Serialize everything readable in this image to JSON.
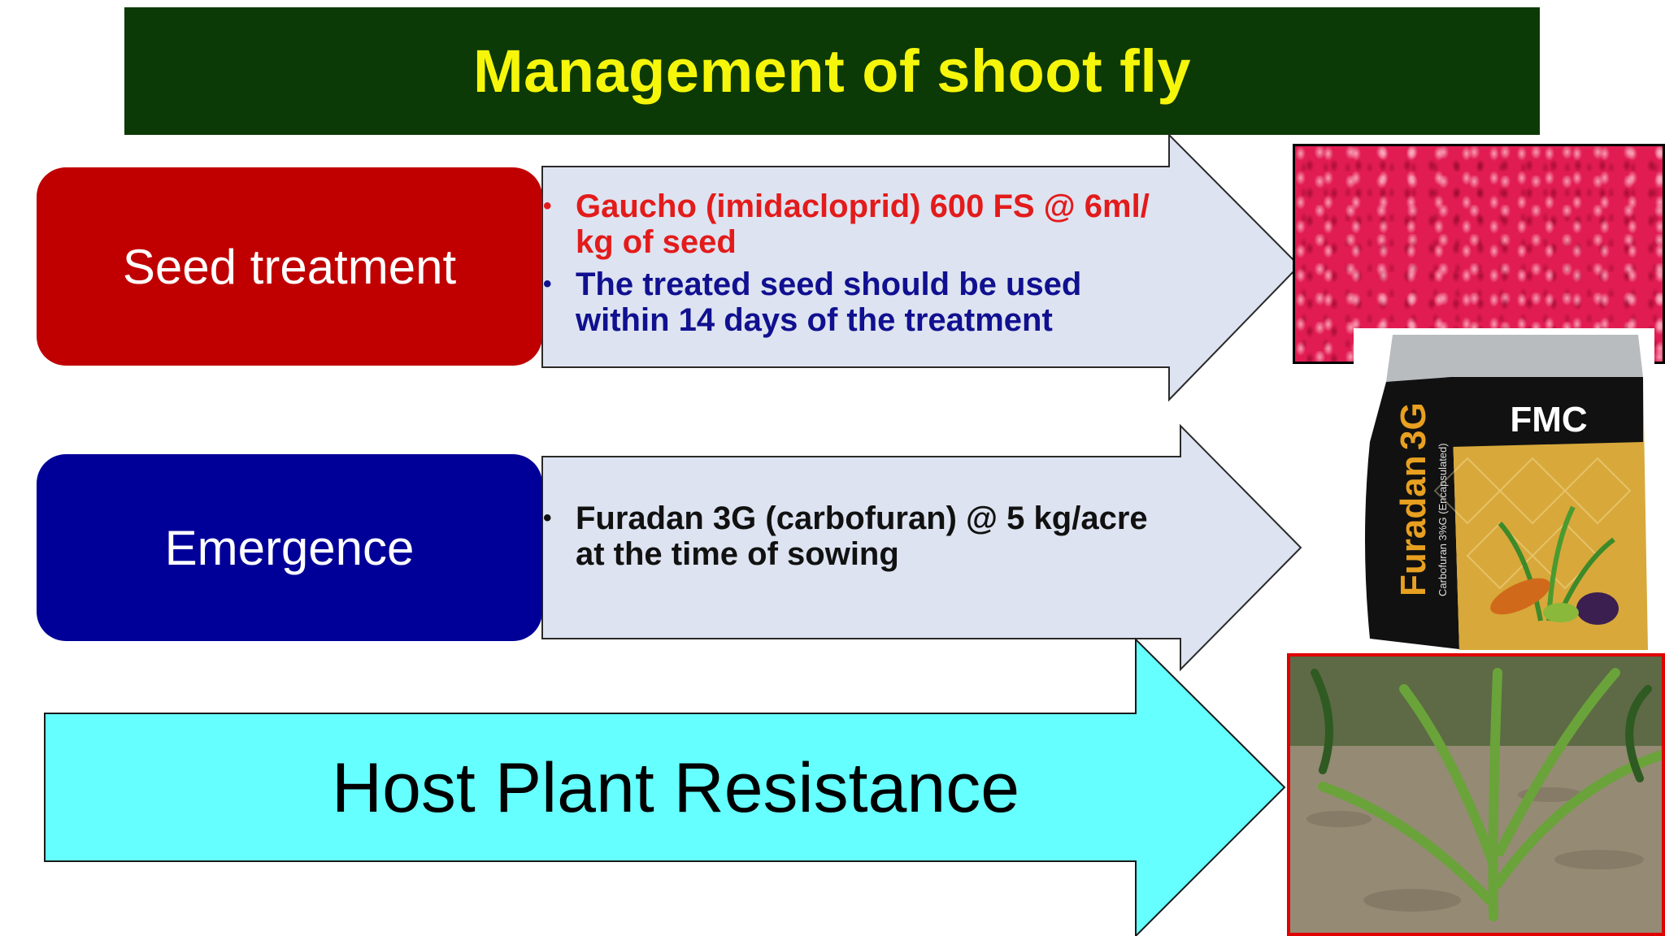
{
  "slide": {
    "title": "Management of shoot fly",
    "colors": {
      "title_bg": "#0c3a06",
      "title_text": "#f6f60b",
      "seed_pill": "#c00000",
      "emergence_pill": "#000099",
      "arrow_fill": "#dde3f0",
      "resistance_arrow": "#66ffff",
      "bullet_red": "#e31b1b",
      "bullet_blue": "#101090",
      "bullet_black": "#111111"
    },
    "seed_treatment": {
      "label": "Seed treatment",
      "bullets": [
        {
          "line1": "Gaucho (imidacloprid) 600 FS @ 6ml/",
          "line2": "kg  of seed"
        },
        {
          "line1": "The treated seed should be used",
          "line2": "within 14 days of the treatment"
        }
      ]
    },
    "emergence": {
      "label": "Emergence",
      "bullets": [
        {
          "line1": "Furadan 3G (carbofuran) @ 5 kg/acre",
          "line2": "at the time of sowing"
        }
      ]
    },
    "host_plant": {
      "label": "Host Plant Resistance"
    },
    "images": {
      "seeds": "treated-seeds-photo",
      "bag": "furadan-bag-photo",
      "field": "maize-seedling-photo"
    },
    "bag_text": {
      "brand": "FMC",
      "product": "Furadan",
      "grade": "3G",
      "sub": "Carbofuran 3%G (Encapsulated)"
    }
  }
}
